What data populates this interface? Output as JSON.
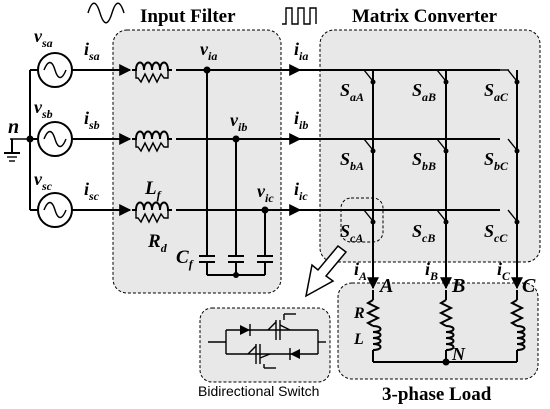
{
  "titles": {
    "input_filter": "Input Filter",
    "matrix_converter": "Matrix Converter",
    "load": "3-phase Load",
    "bidirectional_switch": "Bidirectional Switch"
  },
  "neutral_source": "n",
  "neutral_load": "N",
  "sources": [
    {
      "v": "v",
      "v_sub": "sa",
      "i": "i",
      "i_sub": "sa"
    },
    {
      "v": "v",
      "v_sub": "sb",
      "i": "i",
      "i_sub": "sb"
    },
    {
      "v": "v",
      "v_sub": "sc",
      "i": "i",
      "i_sub": "sc"
    }
  ],
  "filter_voltages": [
    {
      "v": "v",
      "sub": "ia"
    },
    {
      "v": "v",
      "sub": "ib"
    },
    {
      "v": "v",
      "sub": "ic"
    }
  ],
  "converter_currents": [
    {
      "i": "i",
      "sub": "ia"
    },
    {
      "i": "i",
      "sub": "ib"
    },
    {
      "i": "i",
      "sub": "ic"
    }
  ],
  "filter_components": {
    "L": "L",
    "L_sub": "f",
    "R": "R",
    "R_sub": "d",
    "C": "C",
    "C_sub": "f"
  },
  "switches": [
    [
      {
        "s": "S",
        "sub": "aA"
      },
      {
        "s": "S",
        "sub": "aB"
      },
      {
        "s": "S",
        "sub": "aC"
      }
    ],
    [
      {
        "s": "S",
        "sub": "bA"
      },
      {
        "s": "S",
        "sub": "bB"
      },
      {
        "s": "S",
        "sub": "bC"
      }
    ],
    [
      {
        "s": "S",
        "sub": "cA"
      },
      {
        "s": "S",
        "sub": "cB"
      },
      {
        "s": "S",
        "sub": "cC"
      }
    ]
  ],
  "load_currents": [
    {
      "i": "i",
      "sub": "A"
    },
    {
      "i": "i",
      "sub": "B"
    },
    {
      "i": "i",
      "sub": "C"
    }
  ],
  "load_phases": [
    "A",
    "B",
    "C"
  ],
  "load_components": {
    "R": "R",
    "L": "L"
  }
}
